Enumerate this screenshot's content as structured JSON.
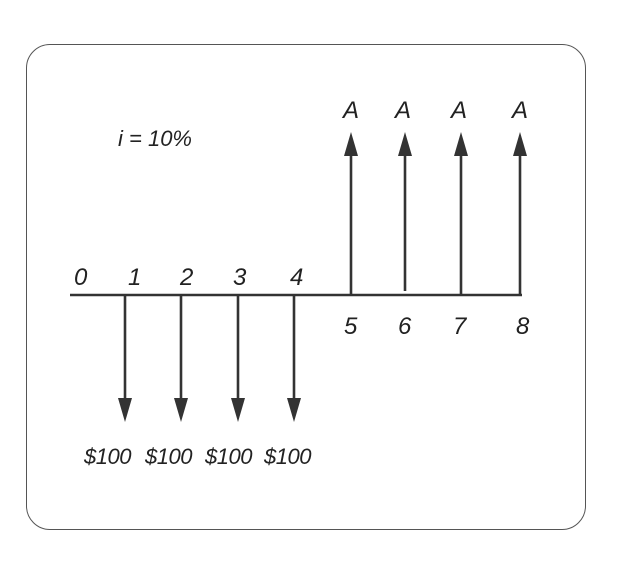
{
  "interest_label": "i = 10%",
  "periods": [
    "0",
    "1",
    "2",
    "3",
    "4",
    "5",
    "6",
    "7",
    "8"
  ],
  "outflows": [
    {
      "period": "1",
      "amount": "$100"
    },
    {
      "period": "2",
      "amount": "$100"
    },
    {
      "period": "3",
      "amount": "$100"
    },
    {
      "period": "4",
      "amount": "$100"
    }
  ],
  "inflows": [
    {
      "period": "5",
      "amount": "A"
    },
    {
      "period": "6",
      "amount": "A"
    },
    {
      "period": "7",
      "amount": "A"
    },
    {
      "period": "8",
      "amount": "A"
    }
  ]
}
